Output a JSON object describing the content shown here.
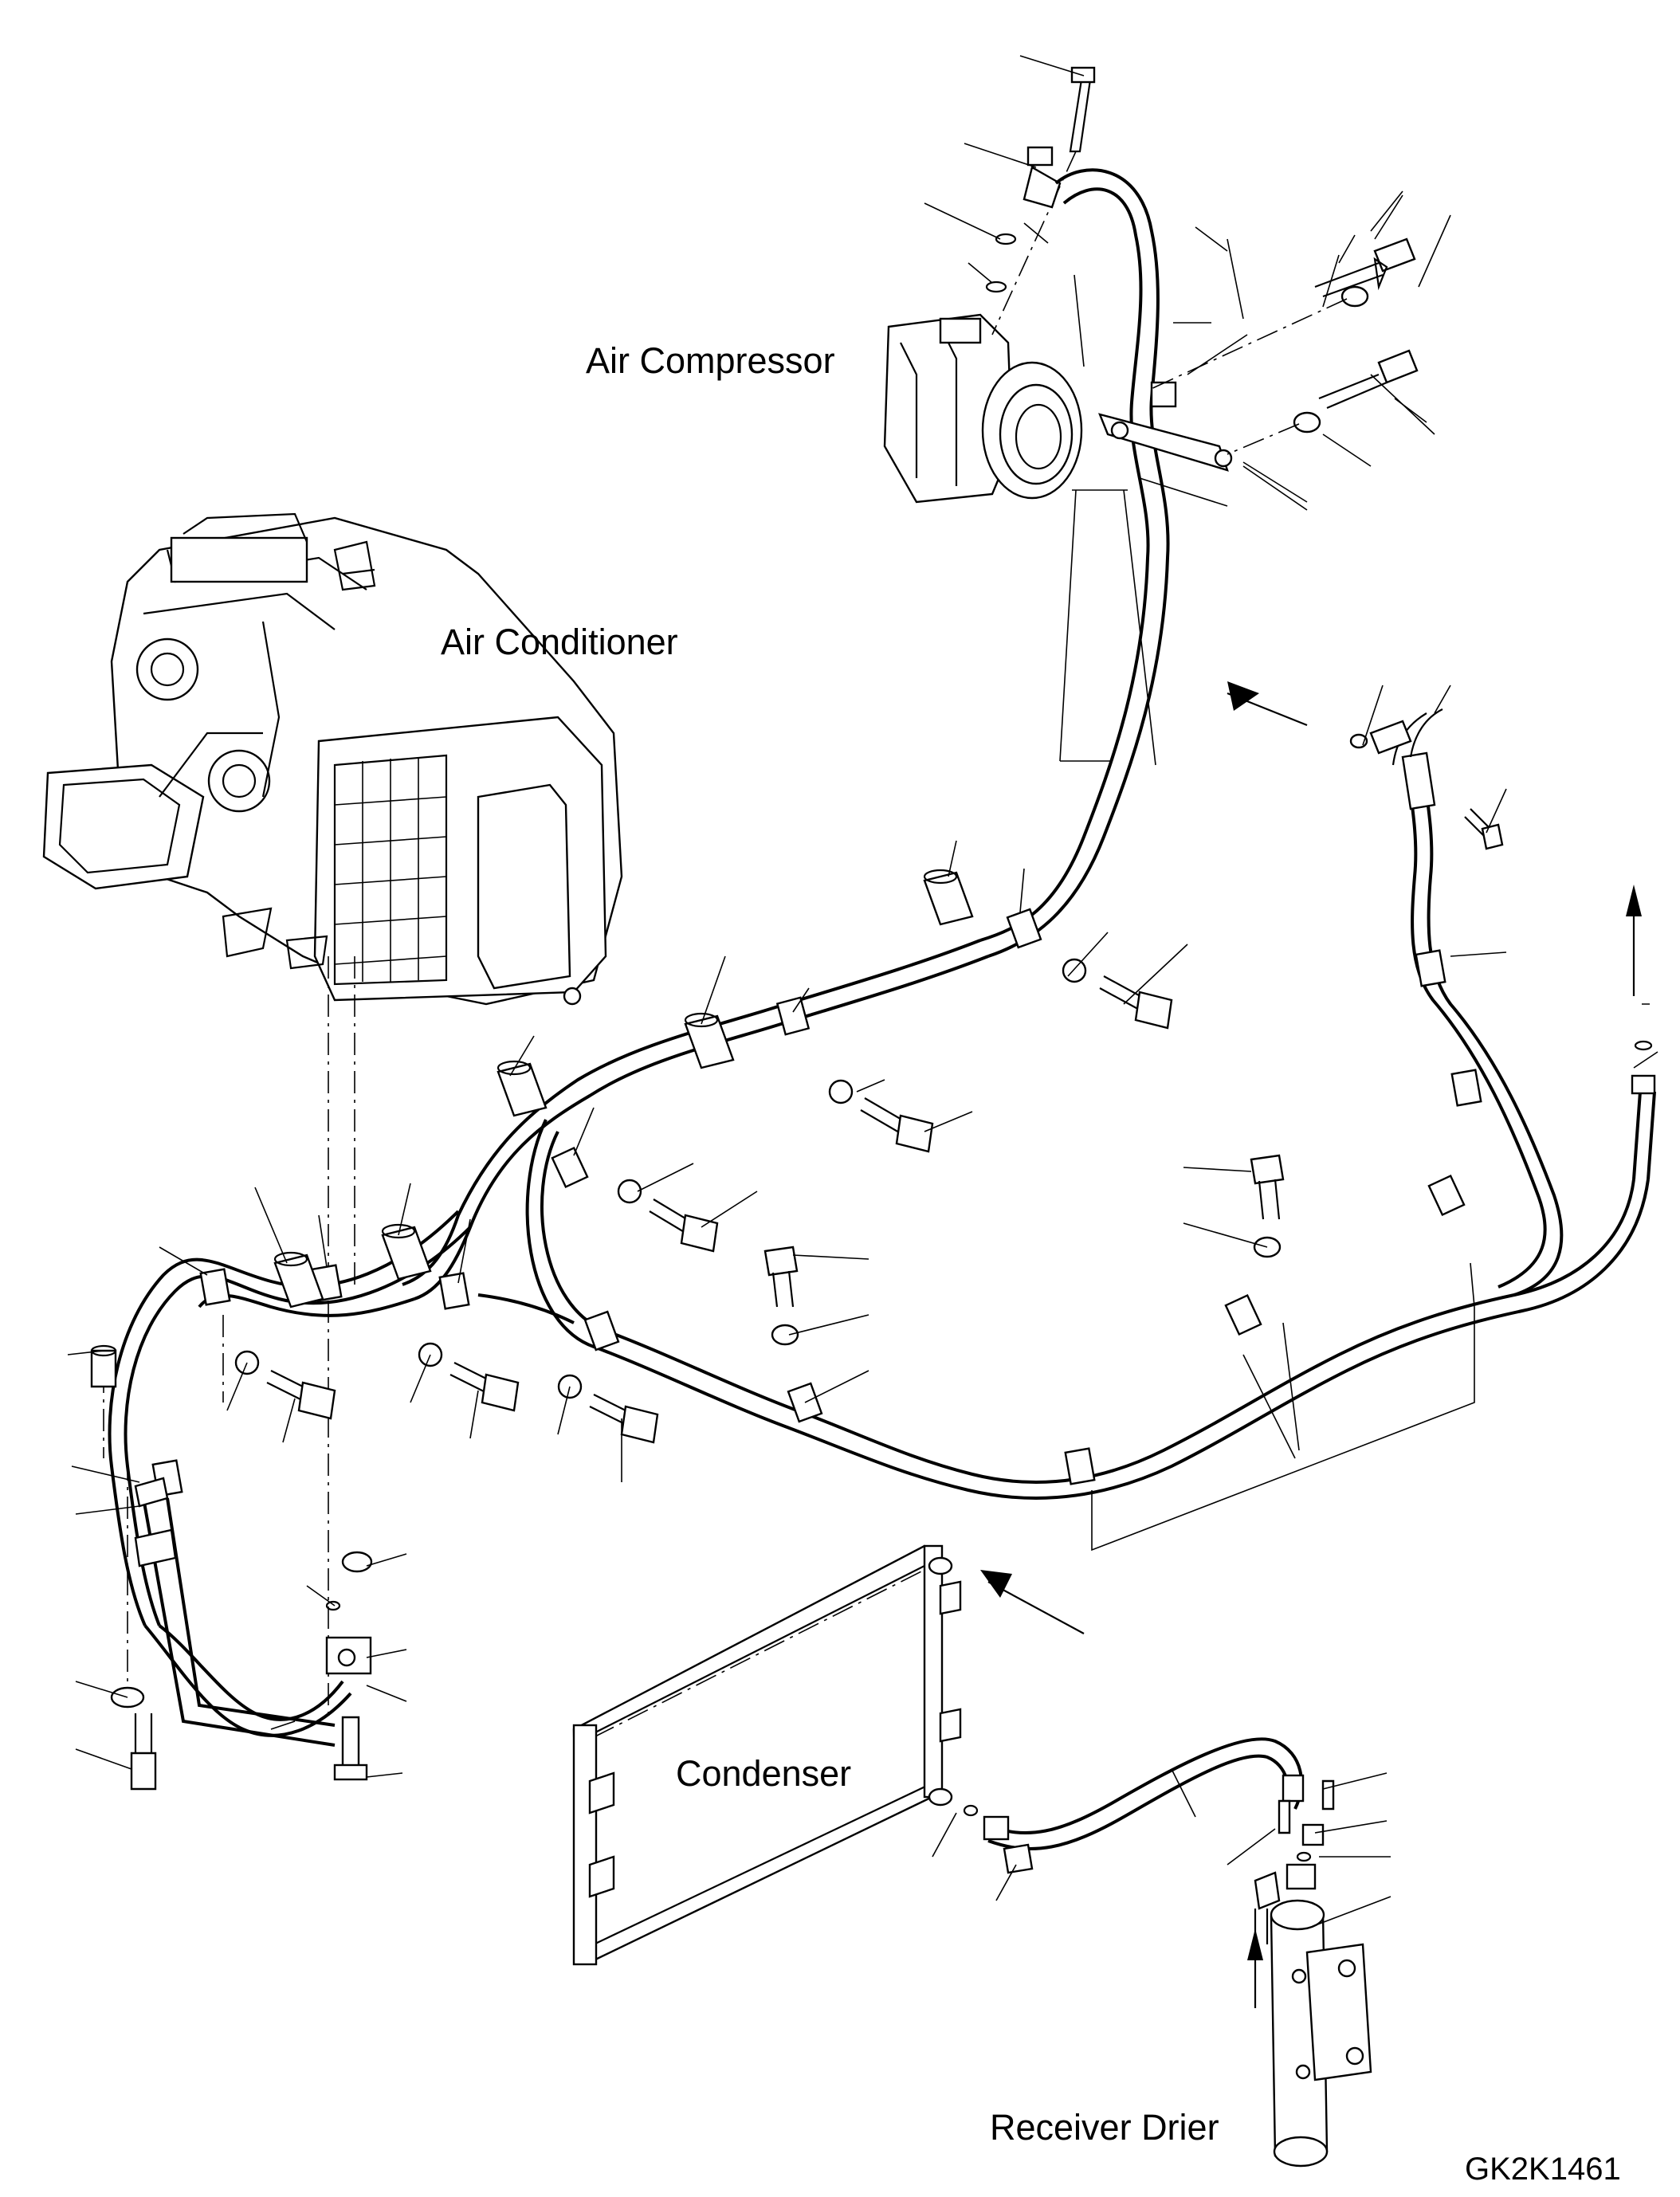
{
  "labels": {
    "air_compressor": "Air Compressor",
    "air_conditioner": "Air Conditioner",
    "condenser": "Condenser",
    "receiver_drier": "Receiver Drier"
  },
  "figure_code": "GK2K1461",
  "line_color": "#000000",
  "background_color": "#ffffff"
}
